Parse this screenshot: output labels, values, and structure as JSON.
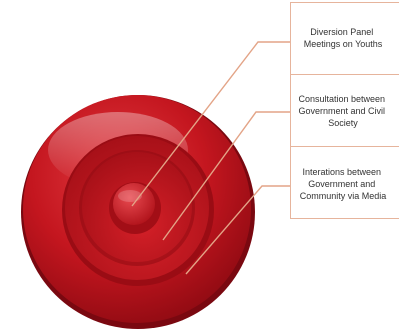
{
  "colors": {
    "disc_dark": "#8e0a12",
    "disc_main": "#c4161f",
    "disc_light": "#e4343c",
    "leader_line": "#e3a487",
    "box_border": "#e6b49c",
    "label_text": "#333333"
  },
  "levels": [
    {
      "lines": [
        "Diversion Panel",
        "Meetings on Youths"
      ]
    },
    {
      "lines": [
        "Consultation between",
        "Government and Civil",
        "Society"
      ]
    },
    {
      "lines": [
        "Interations between",
        "Government and",
        "Community via Media"
      ]
    }
  ]
}
